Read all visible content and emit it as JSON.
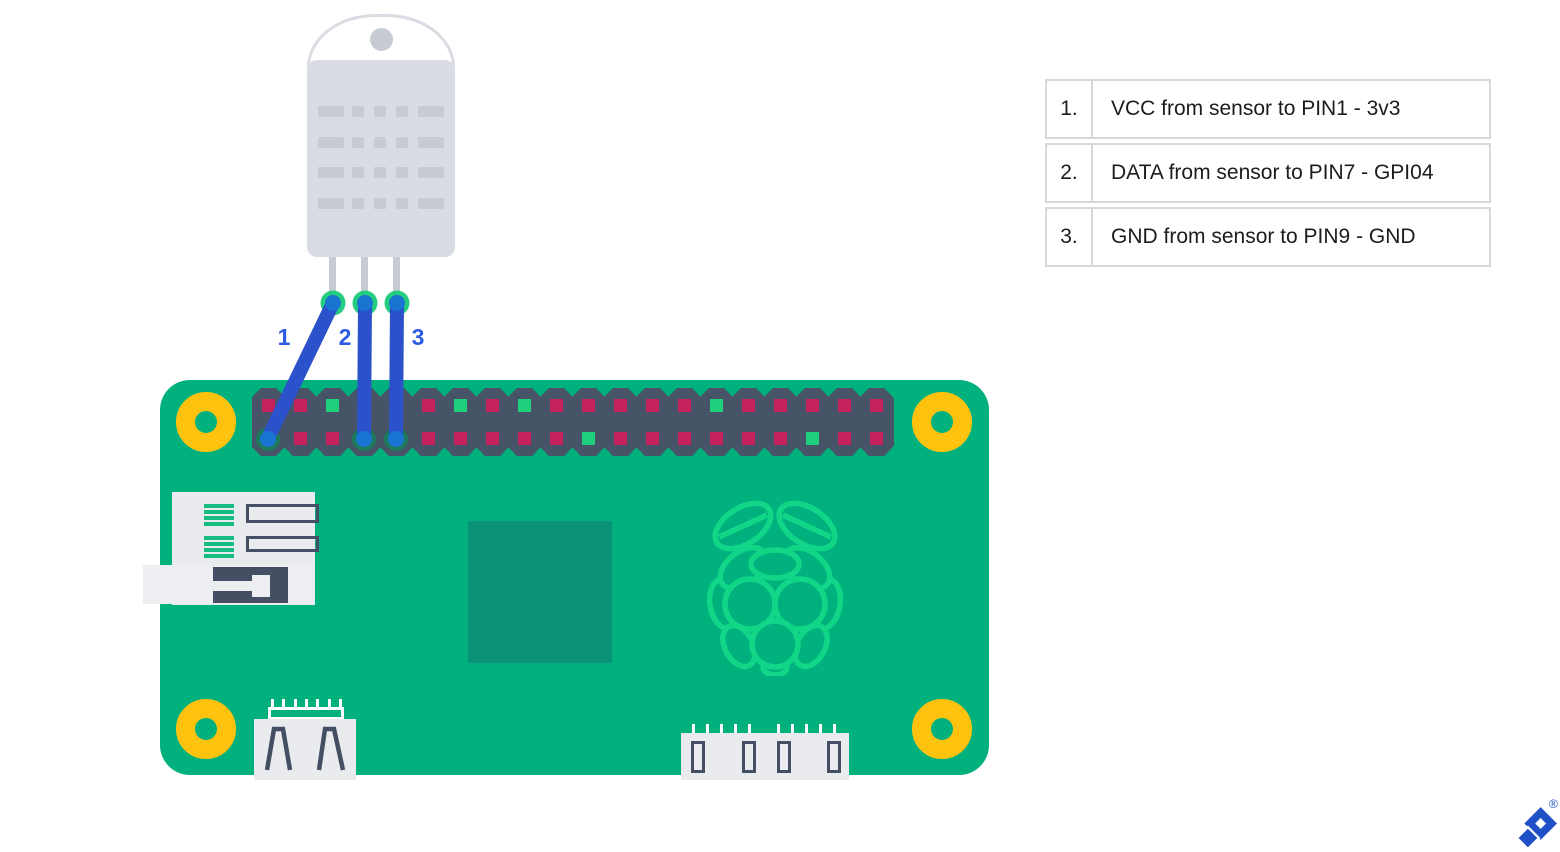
{
  "connections_table": {
    "rows": [
      {
        "num": "1.",
        "text": "VCC from sensor to PIN1 - 3v3"
      },
      {
        "num": "2.",
        "text": "DATA from sensor to PIN7 - GPI04"
      },
      {
        "num": "3.",
        "text": "GND from sensor to PIN9 - GND"
      }
    ]
  },
  "wire_labels": [
    "1",
    "2",
    "3"
  ],
  "gpio": {
    "columns": 20,
    "top_row": [
      "red",
      "red",
      "green",
      "red",
      "red",
      "red",
      "green",
      "red",
      "green",
      "red",
      "red",
      "red",
      "red",
      "red",
      "green",
      "red",
      "red",
      "red",
      "red",
      "red"
    ],
    "bottom_row": [
      "wire",
      "red",
      "red",
      "wire",
      "wire",
      "red",
      "red",
      "red",
      "red",
      "red",
      "green",
      "red",
      "red",
      "red",
      "red",
      "red",
      "red",
      "green",
      "red",
      "red"
    ],
    "wire_endpoint_columns": [
      1,
      4,
      5
    ]
  },
  "colors": {
    "board_green": "#00b17e",
    "header_slate": "#475367",
    "pin_red": "#c5215c",
    "pin_green": "#21ce7c",
    "mount_hole_yellow": "#ffc20e",
    "chip_teal": "#0b9378",
    "pi_logo_green": "#12d687",
    "sensor_gray": "#d9dce2",
    "sensor_detail_gray": "#c7ccd4",
    "connector_gray": "#e9ebef",
    "connector_slate": "#454f63",
    "wire_blue": "#2b51cb",
    "wire_node_blue": "#1a74d2",
    "node_green": "#24cd80",
    "node_ring_green": "#1b7a5c",
    "label_blue": "#2e5ce2",
    "table_border": "#d8d8d8",
    "text_dark": "#1c1c1c",
    "toptal_blue": "#2050c8"
  },
  "branding": {
    "registered_symbol": "®"
  }
}
